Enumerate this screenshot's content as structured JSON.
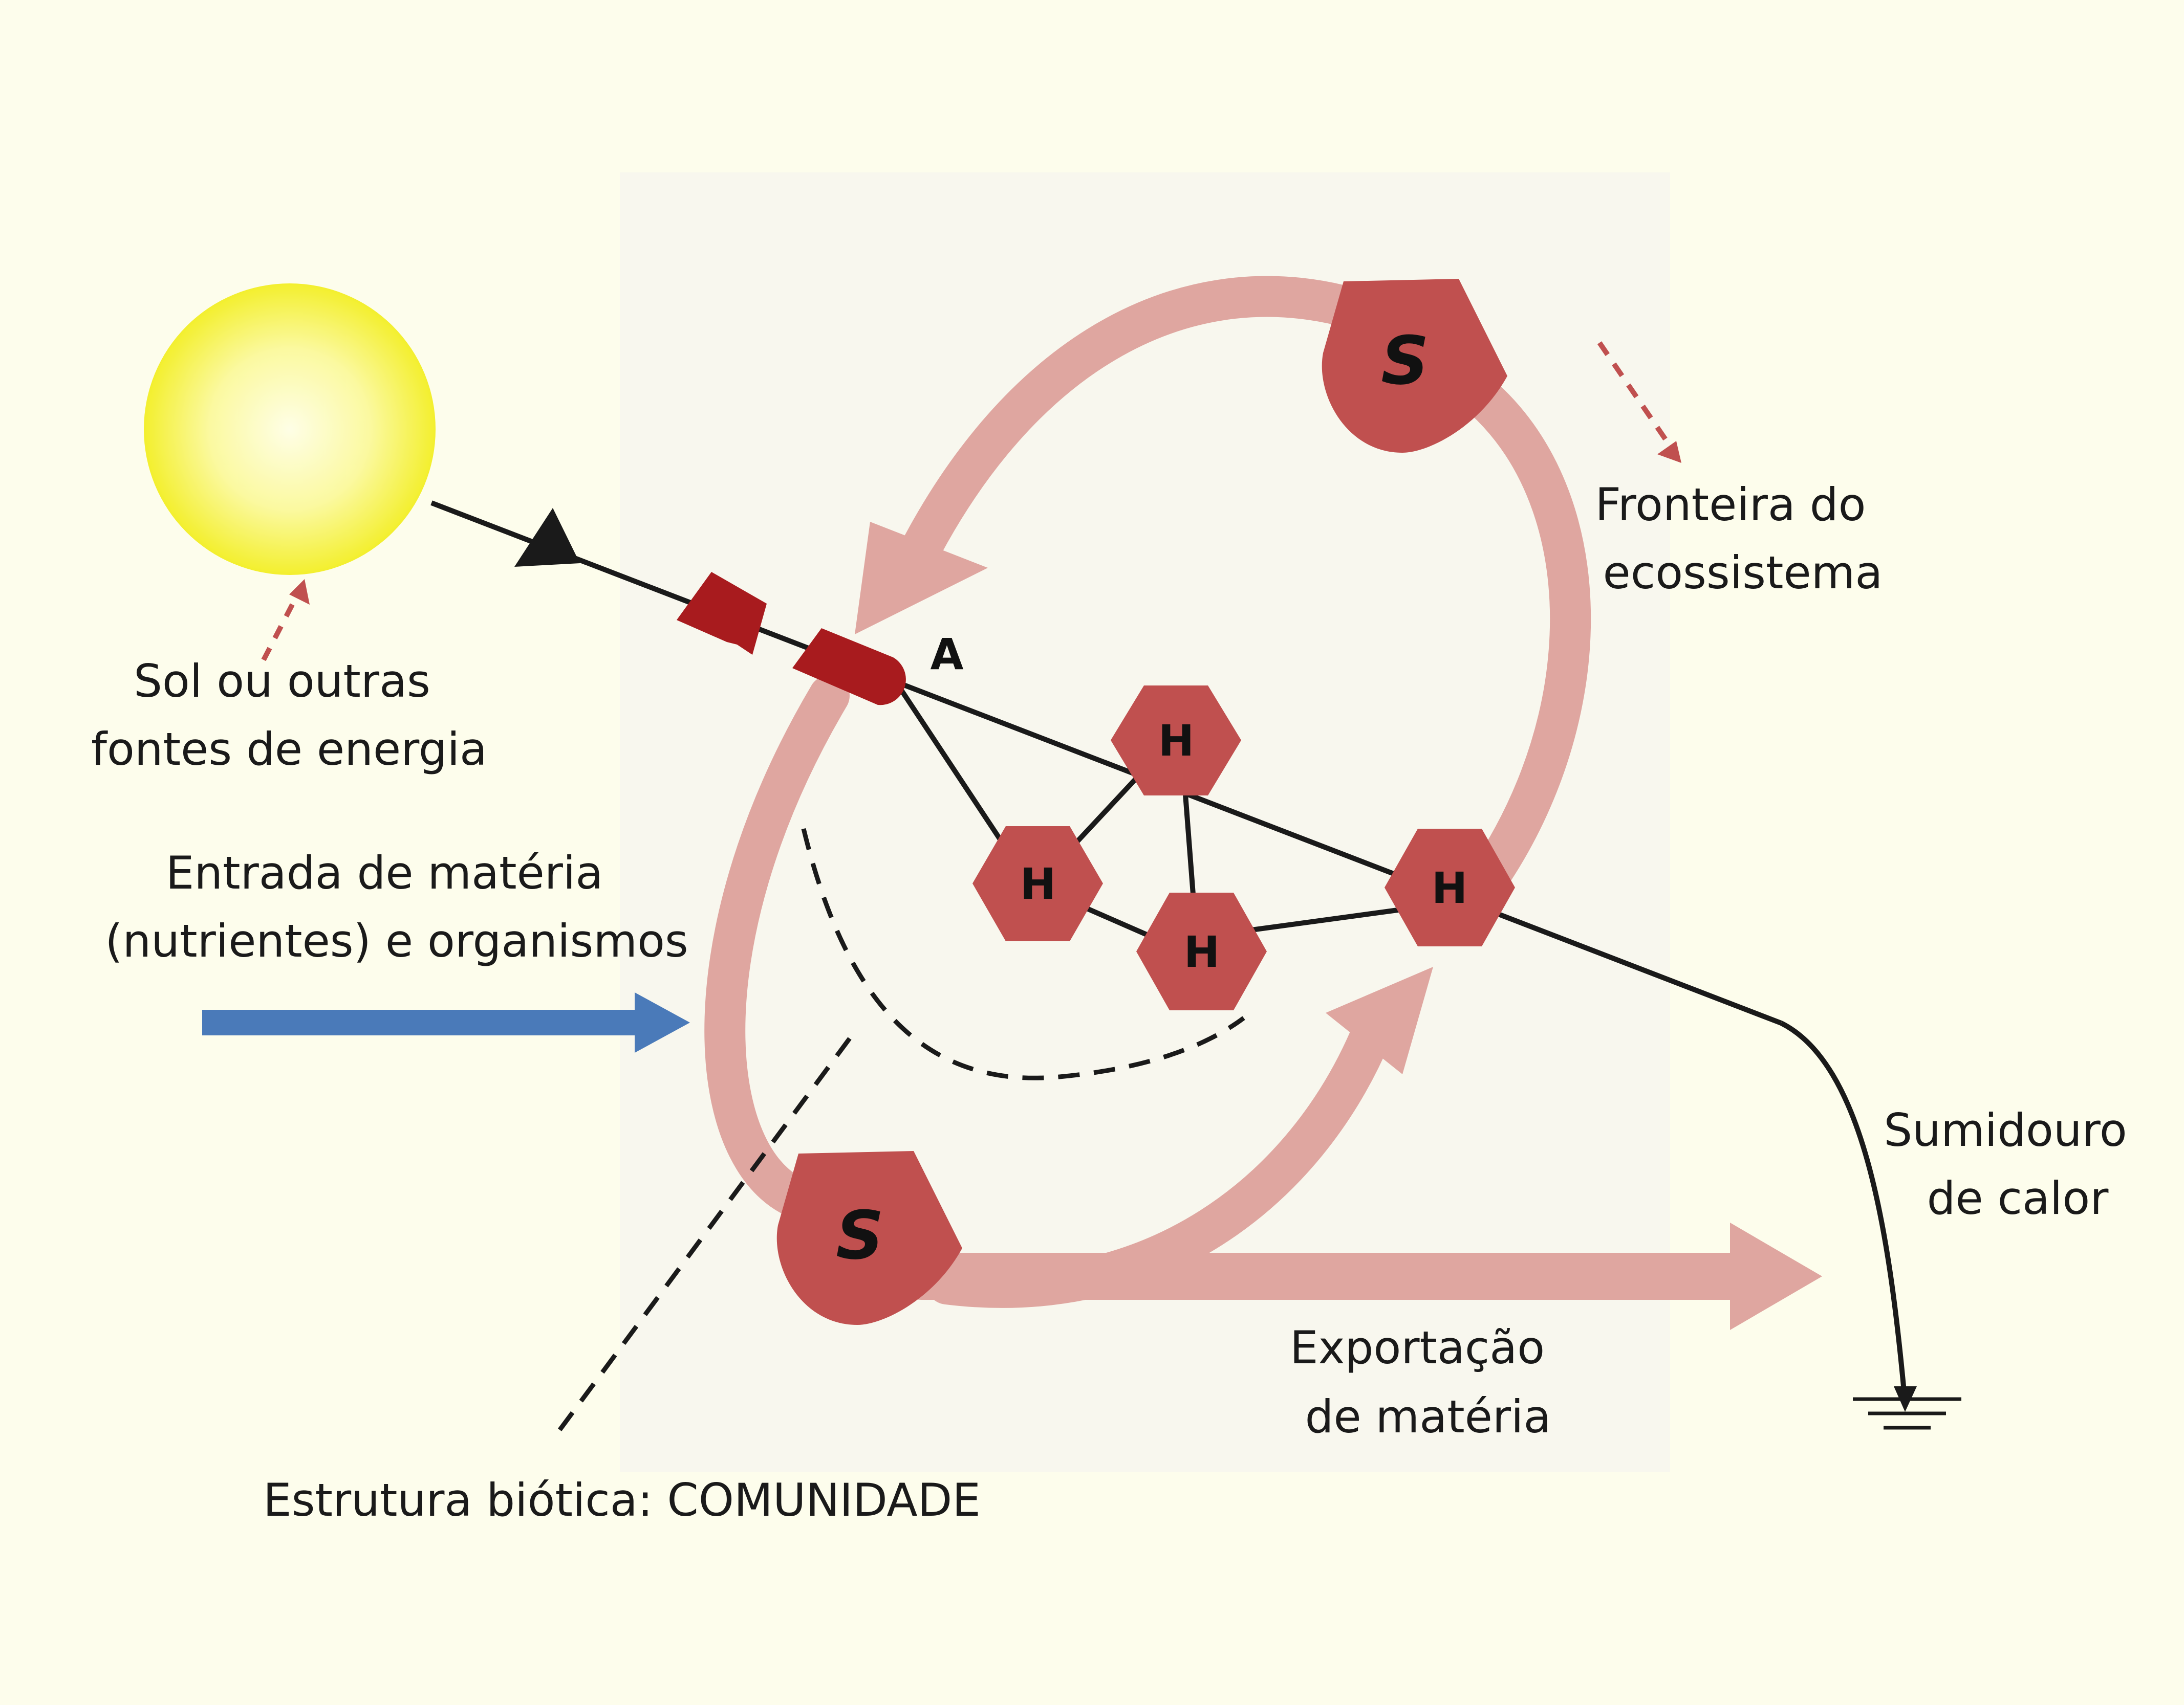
{
  "labels": {
    "sun": [
      "Sol ou outras",
      "fontes de energia"
    ],
    "boundary": [
      "Fronteira do",
      "ecossistema"
    ],
    "input": [
      "Entrada de matéria",
      "(nutrientes) e organismos"
    ],
    "sink": [
      "Sumidouro",
      "de calor"
    ],
    "export": [
      "Exportação",
      "de matéria"
    ],
    "community": "Estrutura biótica: COMUNIDADE"
  },
  "nodes": {
    "autotroph": "A",
    "heterotroph": "H",
    "saprotroph": "S"
  },
  "colors": {
    "background": "#fdfdec",
    "ecosystem_box": "#f8f7ee",
    "node_fill": "#c0504f",
    "autotroph_fill": "#a81b1e",
    "flow_arrow": "#dfa6a0",
    "input_arrow": "#4a7ab9",
    "energy_line": "#1a1a1a",
    "sun_edge": "#f5f23c",
    "sun_center": "#fefee0"
  }
}
